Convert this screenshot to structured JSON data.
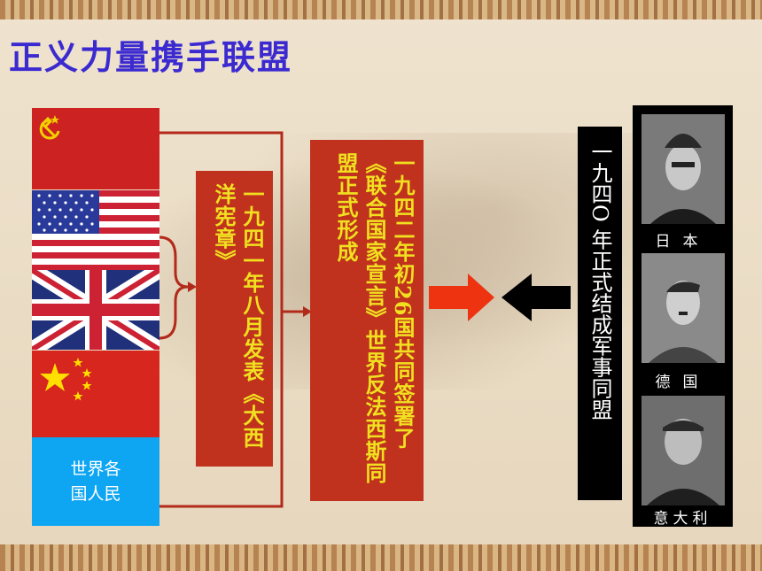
{
  "slide": {
    "title": "正义力量携手联盟",
    "people_label_line1": "世界各",
    "people_label_line2": "国人民",
    "charter_text": "一九四一年八月发表《大西洋宪章》",
    "declaration_text": "一九四二年初26国共同签署了《联合国家宣言》世界反法西斯同盟正式形成",
    "axis_text": "一九四O 年正式结成军事同盟",
    "countries": [
      "日本",
      "德国",
      "意大利"
    ]
  },
  "colors": {
    "title": "#3b2ad0",
    "box_red": "#c0321e",
    "box_text": "#f0e020",
    "people_blue": "#0ea5f2",
    "arrow_red": "#ee3311",
    "arrow_black": "#000000"
  },
  "icons": [
    "hammer-sickle-icon",
    "stars-icon",
    "right-arrow-icon",
    "left-arrow-icon"
  ]
}
